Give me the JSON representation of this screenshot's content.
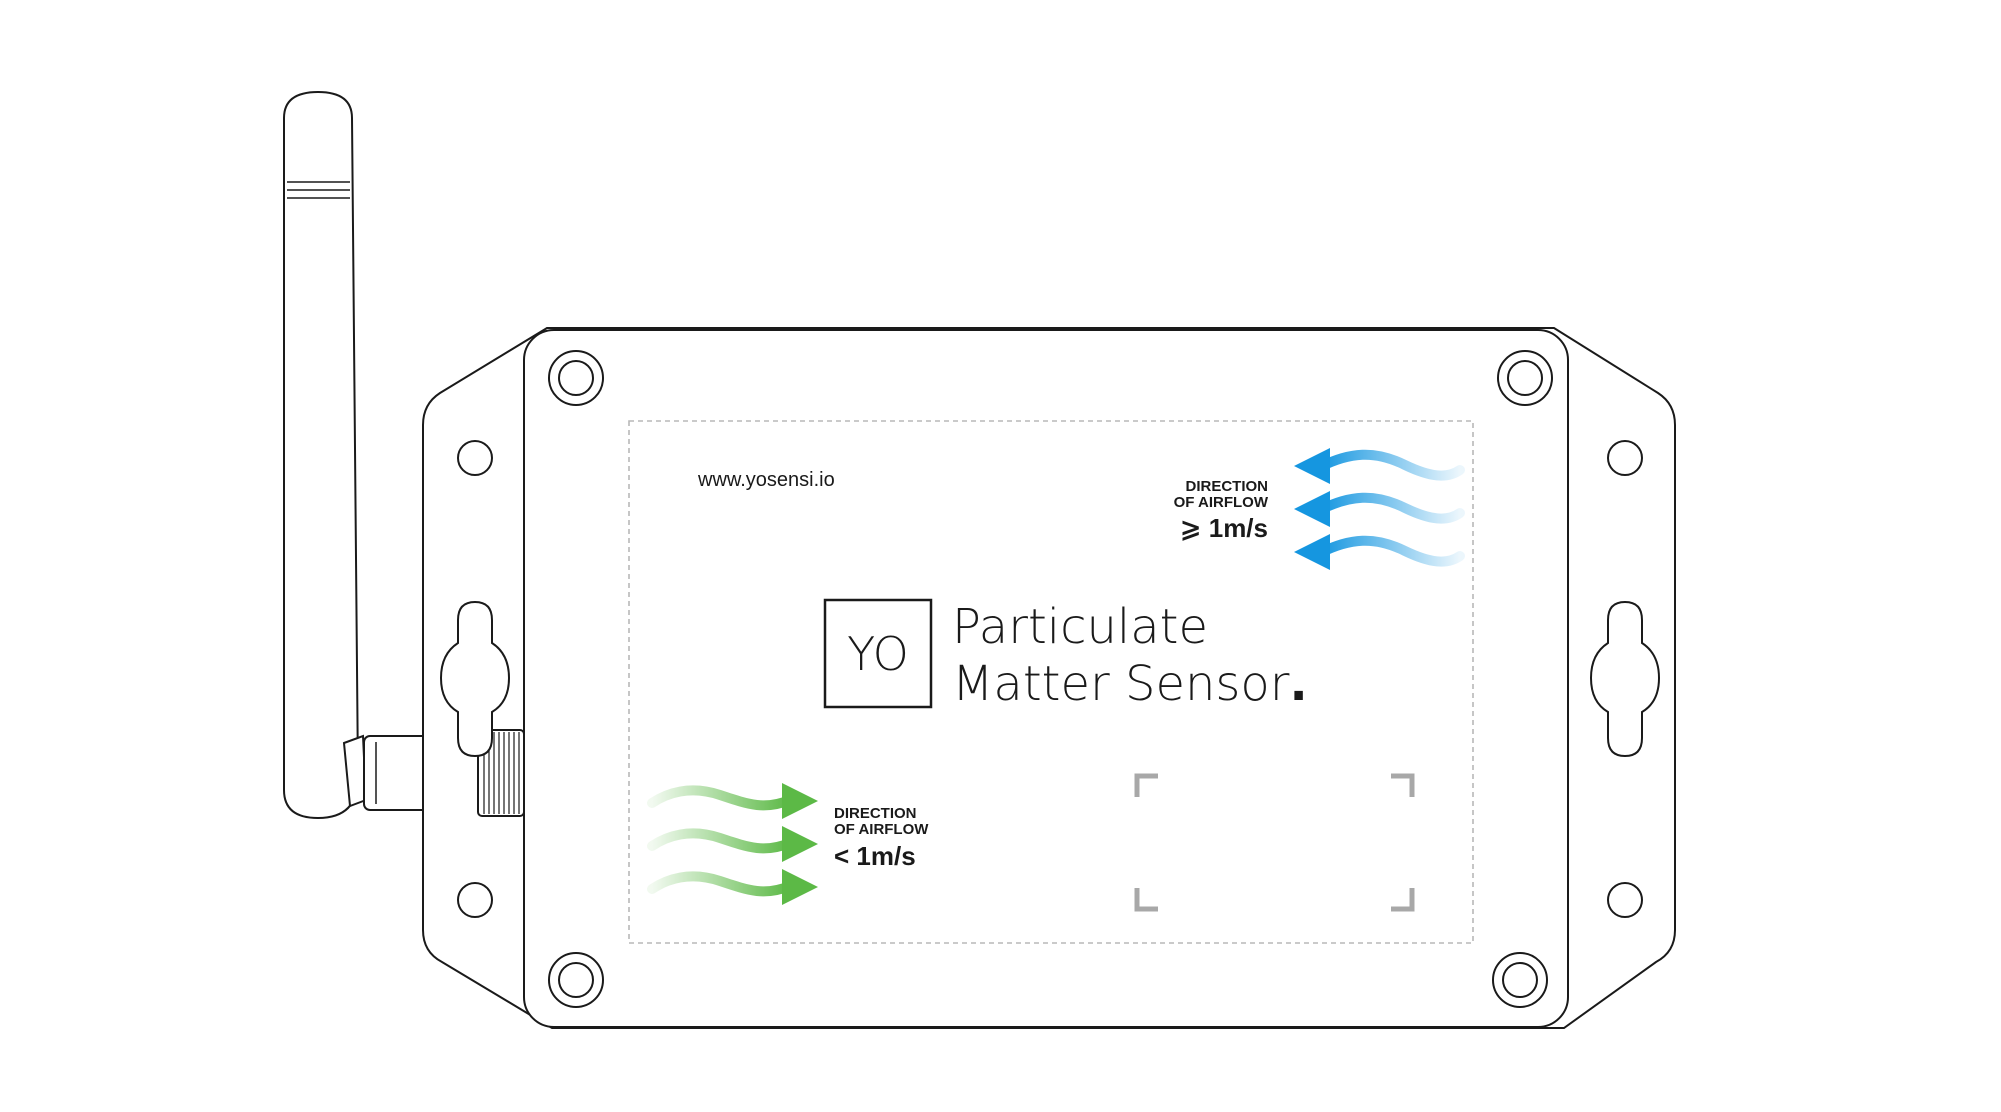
{
  "device": {
    "website": "www.yosensi.io",
    "logo_text": "YO",
    "product_line1": "Particulate",
    "product_line2": "Matter Sensor",
    "product_dot": "."
  },
  "airflow_fast": {
    "line1": "DIRECTION",
    "line2": "OF AIRFLOW",
    "speed": "⩾ 1m/s",
    "color": "#1ea3e6"
  },
  "airflow_slow": {
    "line1": "DIRECTION",
    "line2": "OF AIRFLOW",
    "speed": "< 1m/s",
    "color": "#5cb946"
  },
  "colors": {
    "outline": "#1a1a1a",
    "dashed_border": "#b8b8b8",
    "corner_marks": "#a8a8a8"
  }
}
